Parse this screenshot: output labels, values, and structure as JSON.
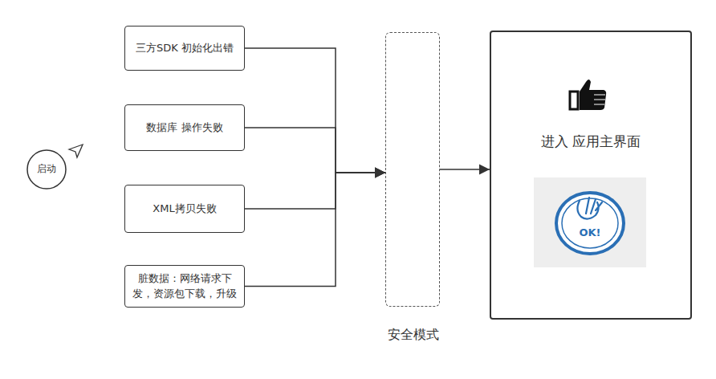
{
  "diagram": {
    "nodes": [
      {
        "text": [
          "启动"
        ]
      },
      {
        "text": [
          "三方SDK 初始化出错"
        ]
      },
      {
        "text": [
          "数据库 操作失败"
        ]
      },
      {
        "text": [
          "XML拷贝失败"
        ]
      },
      {
        "text": [
          "脏数据：网络请求下 发，资源包下载，升级"
        ]
      },
      {
        "text": [
          "安全模式"
        ]
      },
      {
        "text": [
          "进入 应用主界面"
        ]
      }
    ],
    "edges": [
      {
        "from": 1,
        "to": 5,
        "arrow": "to"
      },
      {
        "from": 2,
        "to": 5,
        "arrow": "to"
      },
      {
        "from": 3,
        "to": 5,
        "arrow": "to"
      },
      {
        "from": 4,
        "to": 5,
        "arrow": "to"
      },
      {
        "from": 5,
        "to": 6,
        "arrow": "to"
      }
    ],
    "labels": [
      "OK!"
    ]
  }
}
